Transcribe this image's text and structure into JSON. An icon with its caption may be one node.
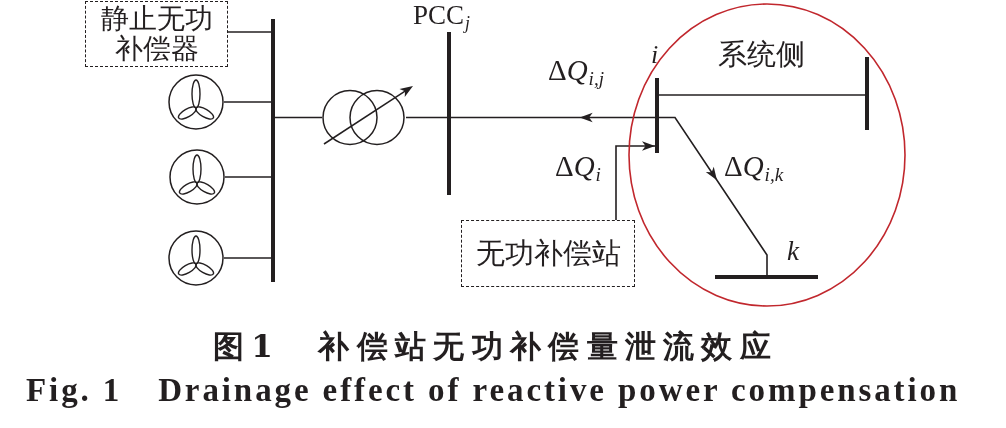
{
  "diagram": {
    "caption": "图1　补偿站无功补偿量泄流效应",
    "nodes": [
      {
        "text": [
          "静止无功补偿器"
        ]
      },
      {
        "text": [],
        "shape": "circle"
      },
      {
        "text": [],
        "shape": "circle"
      },
      {
        "text": [],
        "shape": "circle"
      },
      {
        "text": [],
        "shape": "bar"
      },
      {
        "text": [],
        "shape": "circle"
      },
      {
        "text": [
          "PCC$_{j}$"
        ]
      },
      {
        "text": [
          "系统侧"
        ]
      },
      {
        "text": [
          "i"
        ],
        "in": 7
      },
      {
        "text": [],
        "shape": "bar",
        "in": 7
      },
      {
        "text": [
          "k"
        ],
        "in": 7
      },
      {
        "text": [
          "无功补偿站"
        ]
      }
    ],
    "edges": [
      {
        "from": 0,
        "to": 4,
        "arrow": "none"
      },
      {
        "from": 1,
        "to": 4,
        "arrow": "none"
      },
      {
        "from": 2,
        "to": 4,
        "arrow": "none"
      },
      {
        "from": 3,
        "to": 4,
        "arrow": "none"
      },
      {
        "from": 4,
        "to": 5,
        "arrow": "none"
      },
      {
        "from": 5,
        "to": 6,
        "arrow": "none"
      },
      {
        "from": 8,
        "to": 6,
        "arrow": "to",
        "label": "ΔQ$_{i,j}$"
      },
      {
        "from": 8,
        "to": 10,
        "arrow": "to",
        "label": "ΔQ$_{i,k}$"
      },
      {
        "from": 8,
        "to": 9,
        "arrow": "none"
      },
      {
        "from": 11,
        "to": 8,
        "arrow": "to",
        "label": "ΔQ$_{i}$"
      }
    ],
    "labels": [
      "Fig. 1　Drainage effect of reactive power compensation"
    ]
  }
}
